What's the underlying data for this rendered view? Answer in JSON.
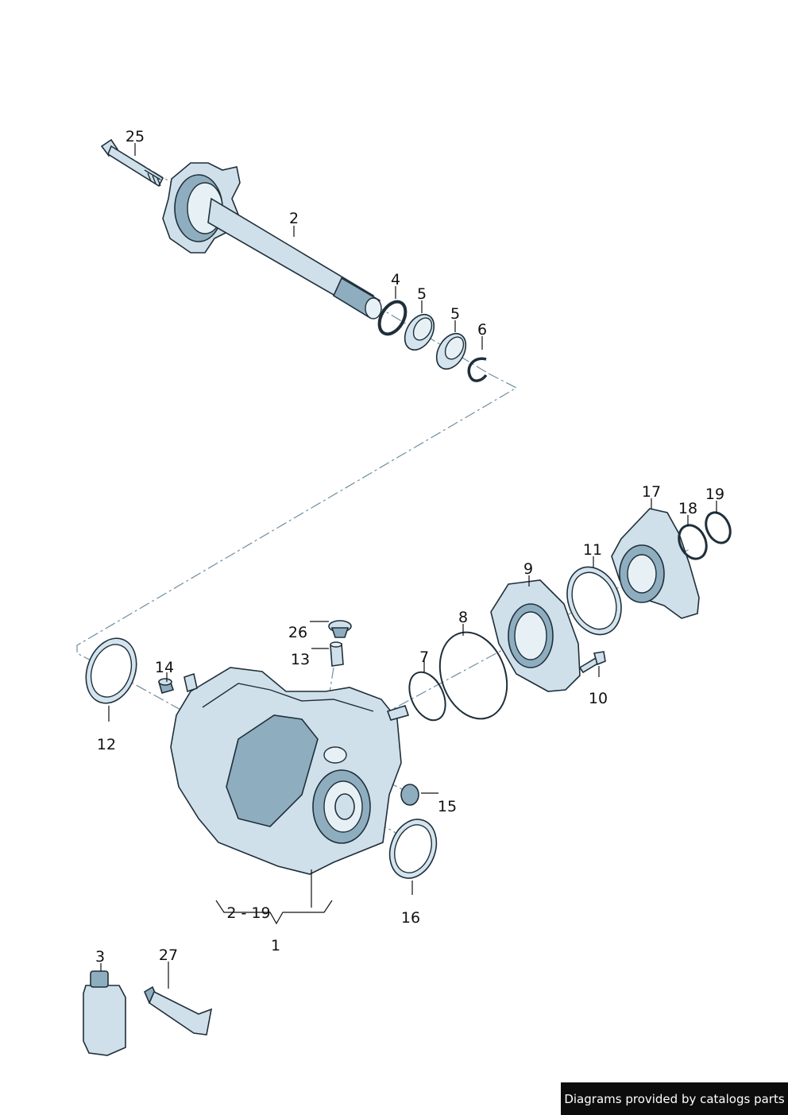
{
  "labels": {
    "l25": "25",
    "l2": "2",
    "l4": "4",
    "l5a": "5",
    "l5b": "5",
    "l6": "6",
    "l17": "17",
    "l19": "19",
    "l18": "18",
    "l11": "11",
    "l9": "9",
    "l8": "8",
    "l7": "7",
    "l26": "26",
    "l13": "13",
    "l10": "10",
    "l14": "14",
    "l12": "12",
    "l15": "15",
    "l16": "16",
    "range": "2 - 19",
    "l1": "1",
    "l3": "3",
    "l27": "27"
  },
  "credit": "Diagrams provided by catalogs parts",
  "colors": {
    "part_fill": "#cfe0ea",
    "part_shade": "#8eaebf",
    "outline": "#1f2f3a",
    "axis": "#6f8e9f"
  }
}
